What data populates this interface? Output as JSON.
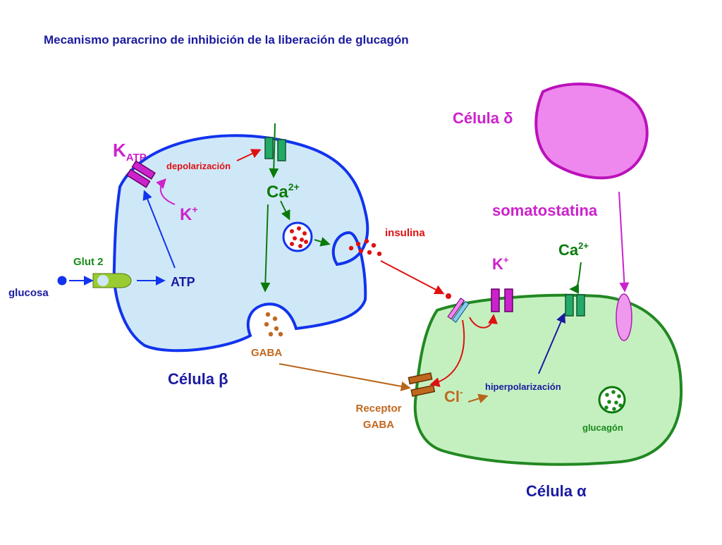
{
  "title": "Mecanismo paracrino de inhibición de la liberación de glucagón",
  "labels": {
    "k_atp_main": "K",
    "k_atp_sub": "ATP",
    "depolarization": "depolarización",
    "ca_beta_main": "Ca",
    "ca_beta_sup": "2+",
    "k_beta_main": "K",
    "k_beta_sup": "+",
    "insulin": "insulina",
    "glut2": "Glut 2",
    "glucose": "glucosa",
    "atp": "ATP",
    "gaba": "GABA",
    "beta_cell": "Célula β",
    "delta_cell": "Célula δ",
    "somatostatin": "somatostatina",
    "k_alpha_main": "K",
    "k_alpha_sup": "+",
    "ca_alpha_main": "Ca",
    "ca_alpha_sup": "2+",
    "cl_main": "Cl",
    "cl_sup": "-",
    "gaba_receptor_line1": "Receptor",
    "gaba_receptor_line2": "GABA",
    "hyperpolarization": "hiperpolarización",
    "glucagon": "glucagón",
    "alpha_cell": "Célula α"
  },
  "colors": {
    "title": "#1a1aa0",
    "beta_fill": "#cfe8f8",
    "beta_stroke": "#1133ee",
    "alpha_fill": "#c4f0c0",
    "alpha_stroke": "#228822",
    "delta_fill": "#ee88ee",
    "delta_stroke": "#bb11bb",
    "magenta": "#cc22cc",
    "green_text": "#1a8a1a",
    "red": "#e01010",
    "brown": "#b8651a",
    "dark_green": "#0a7a0a",
    "blue_text": "#1a1aa0"
  }
}
